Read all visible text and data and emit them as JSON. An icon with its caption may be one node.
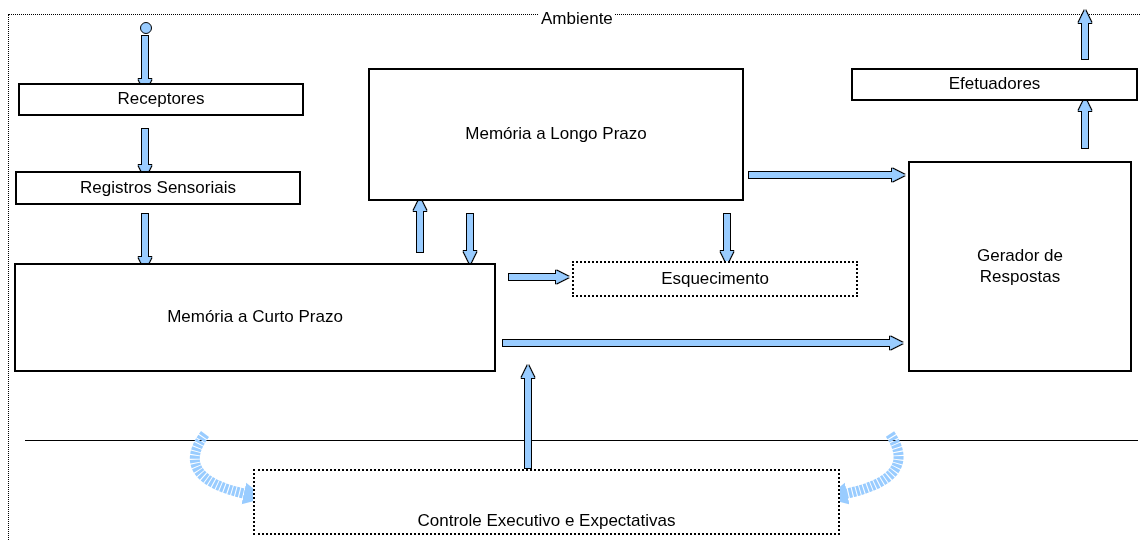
{
  "diagram": {
    "nodes": [
      {
        "text": [
          "Ambiente"
        ]
      },
      {
        "text": [],
        "shape": "circle",
        "in": 0
      },
      {
        "text": [
          "Receptores"
        ],
        "in": 0
      },
      {
        "text": [
          "Registros Sensoriais"
        ],
        "in": 0
      },
      {
        "text": [
          "Memória a Longo Prazo"
        ],
        "in": 0
      },
      {
        "text": [
          "Efetuadores"
        ],
        "in": 0
      },
      {
        "text": [
          "Esquecimento"
        ],
        "in": 0
      },
      {
        "text": [
          "Gerador de Respostas"
        ],
        "in": 0
      },
      {
        "text": [
          "Memória a Curto Prazo"
        ],
        "in": 0
      },
      {
        "text": [
          "Controle Executivo e Expectativas"
        ],
        "in": 0
      }
    ],
    "edges": [
      {
        "from": 1,
        "to": 2,
        "arrow": "to"
      },
      {
        "from": 2,
        "to": 3,
        "arrow": "to"
      },
      {
        "from": 3,
        "to": 8,
        "arrow": "to"
      },
      {
        "from": 8,
        "to": 4,
        "arrow": "to"
      },
      {
        "from": 4,
        "to": 8,
        "arrow": "to"
      },
      {
        "from": 4,
        "to": 6,
        "arrow": "to"
      },
      {
        "from": 8,
        "to": 6,
        "arrow": "to"
      },
      {
        "from": 4,
        "to": 7,
        "arrow": "to"
      },
      {
        "from": 8,
        "to": 7,
        "arrow": "to"
      },
      {
        "from": 7,
        "to": 5,
        "arrow": "to"
      },
      {
        "from": 5,
        "to": null,
        "arrow": "to"
      },
      {
        "from": 9,
        "to": 8,
        "arrow": "to"
      },
      {
        "from": null,
        "to": 9,
        "arrow": "to",
        "style": "dashed"
      },
      {
        "from": null,
        "to": 9,
        "arrow": "to",
        "style": "dashed"
      }
    ]
  }
}
